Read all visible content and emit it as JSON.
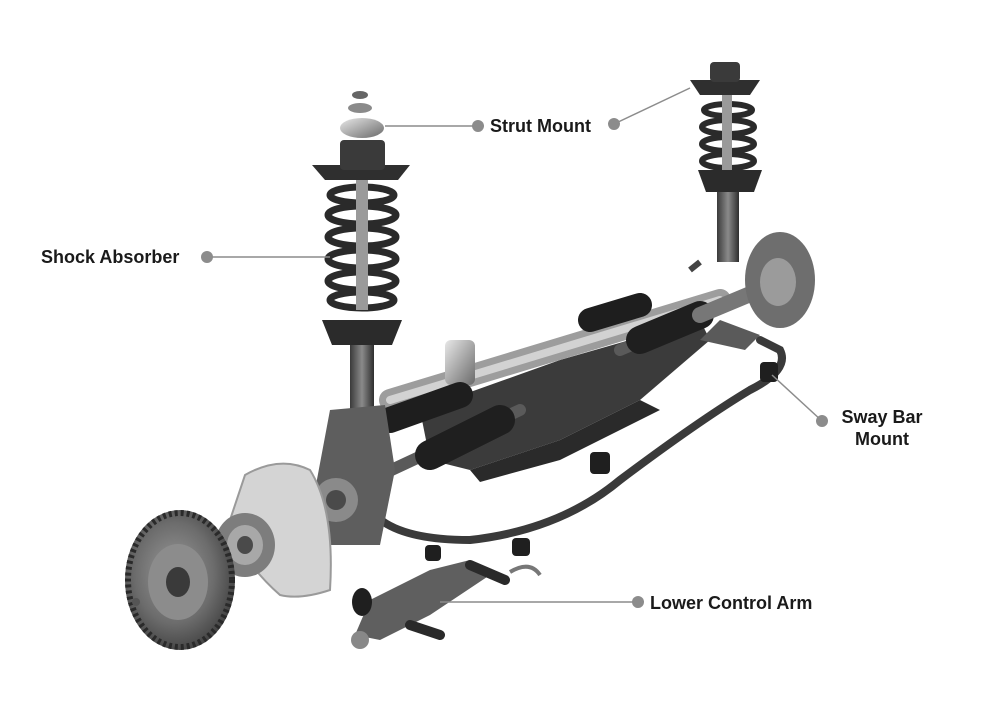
{
  "labels": {
    "strut_mount": "Strut Mount",
    "shock_absorber": "Shock Absorber",
    "sway_bar_mount_line1": "Sway Bar",
    "sway_bar_mount_line2": "Mount",
    "lower_control_arm": "Lower Control Arm"
  },
  "colors": {
    "leader_line": "#8c8c8c",
    "leader_dot": "#8c8c8c",
    "label_text": "#1a1a1a",
    "metal_dark": "#2b2b2b",
    "metal_mid": "#6e6e6e",
    "metal_light": "#b8b8b8"
  }
}
